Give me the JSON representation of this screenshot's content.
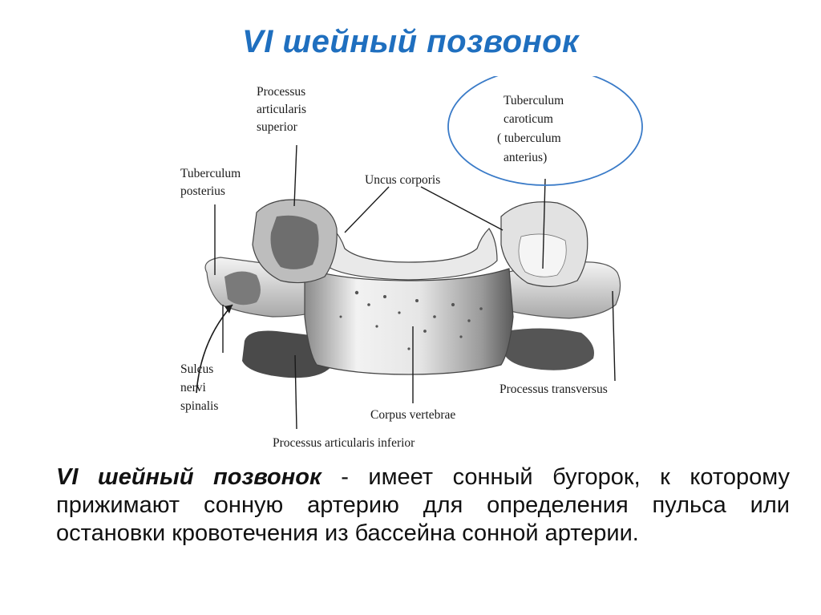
{
  "slide": {
    "title": "VI шейный позвонок"
  },
  "figure": {
    "labels": {
      "proc_art_sup_1": "Processus",
      "proc_art_sup_2": "articularis",
      "proc_art_sup_3": "superior",
      "tub_post_1": "Tuberculum",
      "tub_post_2": "posterius",
      "uncus": "Uncus corporis",
      "tub_car_1": "Tuberculum",
      "tub_car_2": "caroticum",
      "tub_car_3": "( tuberculum",
      "tub_car_4": "anterius)",
      "sulcus_1": "Sulcus",
      "sulcus_2": "nervi",
      "sulcus_3": "spinalis",
      "proc_transv": "Processus transversus",
      "corpus": "Corpus vertebrae",
      "proc_art_inf": "Processus articularis inferior"
    },
    "colors": {
      "highlight_ellipse": "#3a7bc8",
      "bone_shadow": "#6b6b6b",
      "bone_light": "#d9d9d9"
    }
  },
  "caption": {
    "term": "VI шейный позвонок",
    "text": " - имеет сонный бугорок, к которому прижимают сонную артерию для определения пульса или остановки кровотечения из бассейна сонной артерии."
  }
}
